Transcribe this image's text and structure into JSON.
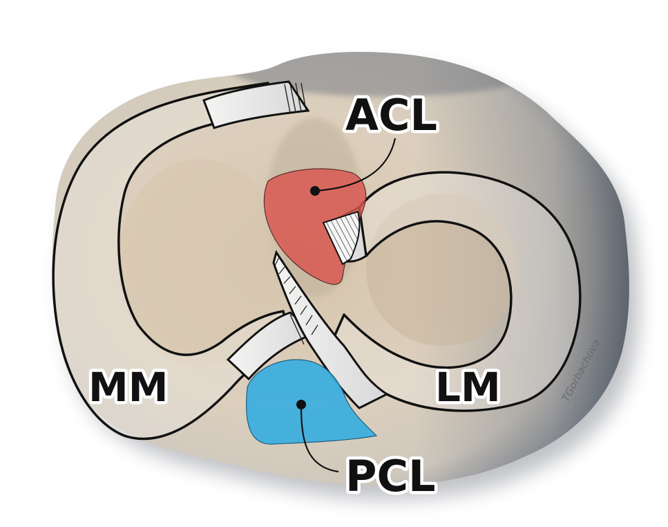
{
  "labels": {
    "acl": "ACL",
    "pcl": "PCL",
    "mm": "MM",
    "lm": "LM"
  },
  "signature": "TGorbachova",
  "colors": {
    "background": "#ffffff",
    "bone": "#d9cdbb",
    "bone_shadow": "#5e6570",
    "meniscus": "#f1f1f0",
    "outline": "#111111",
    "acl": "#d9564f",
    "pcl": "#3aaee0"
  }
}
